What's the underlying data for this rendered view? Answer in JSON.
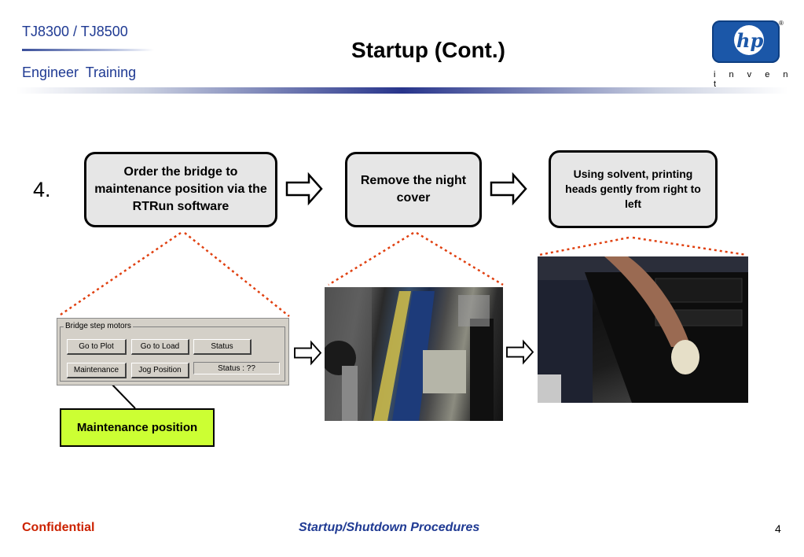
{
  "header": {
    "model": "TJ8300 / TJ8500",
    "course": "Engineer  Training",
    "title": "Startup (Cont.)",
    "logo_text": "hp",
    "logo_tagline": "i n v e n t",
    "logo_mark": "®"
  },
  "step_number": "4.",
  "steps": [
    {
      "text": "Order the bridge to maintenance position via the RTRun software"
    },
    {
      "text": "Remove the night cover"
    },
    {
      "text": "Using solvent, printing heads gently from right to left"
    }
  ],
  "software_panel": {
    "group_label": "Bridge step motors",
    "buttons": {
      "go_to_plot": "Go to Plot",
      "go_to_load": "Go to Load",
      "status": "Status",
      "maintenance": "Maintenance",
      "jog_position": "Jog Position"
    },
    "status_text": "Status : ??"
  },
  "callout": "Maintenance position",
  "footer": {
    "confidential": "Confidential",
    "section": "Startup/Shutdown Procedures",
    "page": "4"
  },
  "colors": {
    "brand_blue": "#1f3a93",
    "hp_blue": "#1b57a8",
    "confidential_red": "#cc2200",
    "callout_green": "#ccff33",
    "dotted_red": "#e04010"
  },
  "icons": [
    "right-arrow-icon",
    "hp-logo"
  ]
}
